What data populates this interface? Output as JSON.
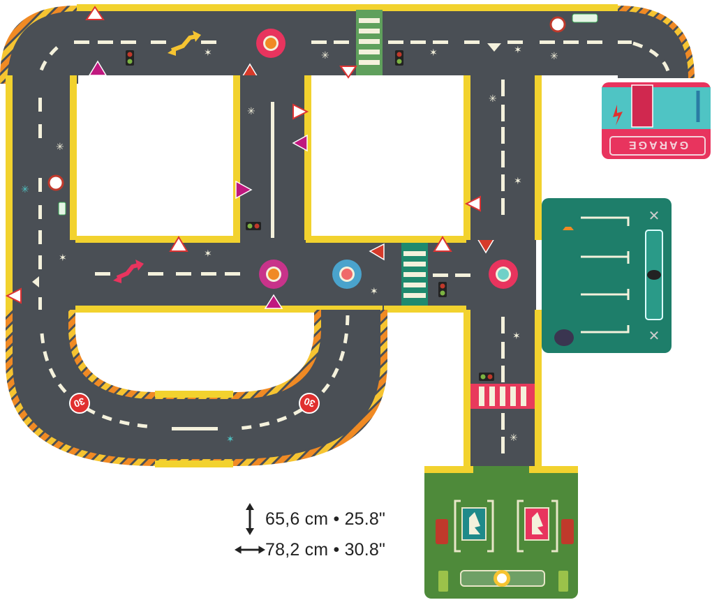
{
  "product": {
    "type": "road puzzle map",
    "colors": {
      "asphalt": "#4a4f55",
      "curb_yellow": "#f2d22e",
      "lane_mark": "#f4f1dc",
      "hazard_orange": "#f08a24",
      "hazard_yellow": "#f6c431",
      "garage_teal": "#4fc4c4",
      "garage_pink": "#e8345e",
      "parking_green": "#1e7e6a",
      "charging_green": "#4e8a3a",
      "crosswalk_green": "#5fa05c",
      "crosswalk_teal": "#1f8a6e",
      "crosswalk_red": "#e83a5c"
    }
  },
  "garage": {
    "label": "GARAGE"
  },
  "speed_signs": [
    {
      "value": "30"
    },
    {
      "value": "30"
    }
  ],
  "dimensions": {
    "height": {
      "icon": "vertical-double-arrow-icon",
      "text": "65,6 cm • 25.8\""
    },
    "width": {
      "icon": "horizontal-double-arrow-icon",
      "text": "78,2 cm • 30.8\""
    }
  }
}
